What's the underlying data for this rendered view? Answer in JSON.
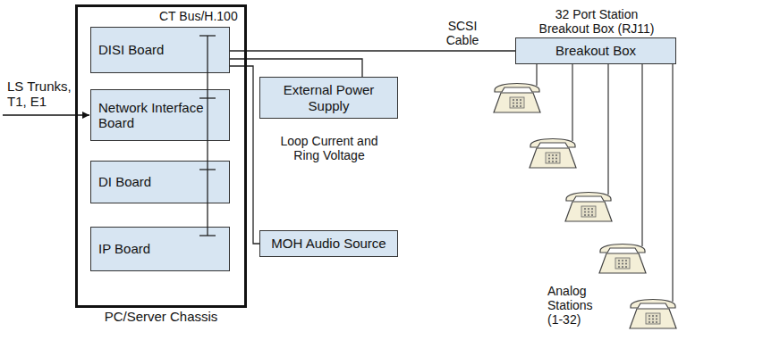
{
  "diagram": {
    "nodes": [
      {
        "text": [
          "PC/Server Chassis"
        ]
      },
      {
        "text": [
          "DISI Board"
        ],
        "in": 0
      },
      {
        "text": [
          "Network Interface Board"
        ],
        "in": 0
      },
      {
        "text": [
          "DI Board"
        ],
        "in": 0
      },
      {
        "text": [
          "IP Board"
        ],
        "in": 0
      },
      {
        "text": [
          "External Power Supply"
        ]
      },
      {
        "text": [
          "MOH Audio Source"
        ]
      },
      {
        "text": [
          "32 Port Station Breakout Box (RJ11)",
          "Breakout Box"
        ]
      }
    ],
    "edges": [
      {
        "from": 1,
        "to": 7,
        "arrow": "none",
        "label": "SCSI Cable"
      },
      {
        "from": 1,
        "to": 5,
        "arrow": "none"
      },
      {
        "from": 1,
        "to": 6,
        "arrow": "none"
      }
    ],
    "labels": [
      "CT Bus/H.100",
      "LS Trunks, T1, E1",
      "Loop Current and Ring Voltage",
      "Analog Stations (1-32)"
    ]
  }
}
